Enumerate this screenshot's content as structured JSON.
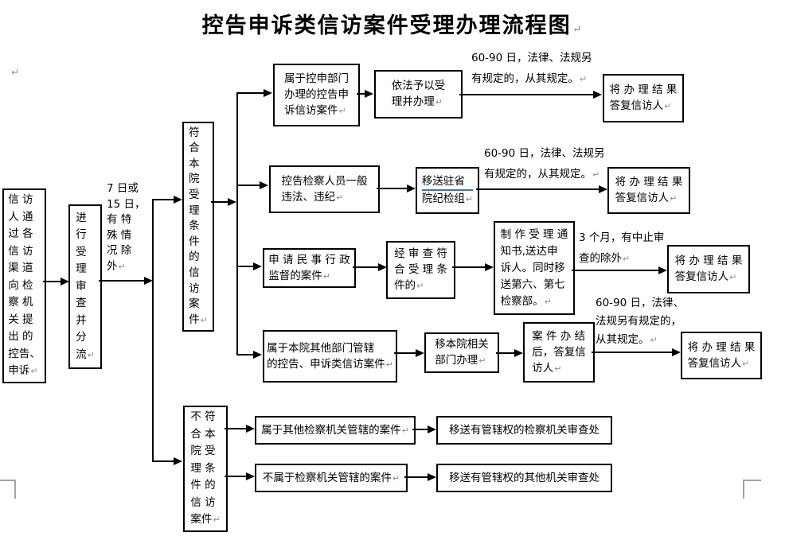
{
  "title": {
    "text": "控告申诉类信访案件受理办理流程图"
  },
  "marks": {
    "pilcrow": "↵"
  },
  "left_flow": {
    "source": "信 访\n人 通\n过 各\n信 访\n渠 道\n向 检\n察 机\n关 提\n出 的\n控告、\n申诉",
    "triage": "进\n行\n受\n理\n审\n查\n并\n分\n流",
    "time_note": "7 日或\n15 日，\n有 特\n殊 情\n况 除\n外",
    "qualified": "符\n合\n本\n院\n受\n理\n条\n件\n的\n信\n访\n案\n件",
    "unqualified": "不 符\n合 本\n院 受\n理 条\n件 的\n信 访\n案件"
  },
  "row1": {
    "case": "属于控申部门\n办理的控告申\n诉信访案件",
    "handle": "依法予以受\n理并办理",
    "note": "60-90 日，法律、法规另\n有规定的，从其规定。",
    "result": "将 办 理 结 果\n答复信访人"
  },
  "row2": {
    "case": "控告检察人员一般\n违法、违纪",
    "transfer_line1": "移送驻省",
    "transfer_line2": "院纪检组",
    "note": "60-90 日，法律、法规另\n有规定的，从其规定。",
    "result": "将 办 理 结 果\n答复信访人"
  },
  "row3": {
    "case": "申 请 民 事 行 政\n监督的案件",
    "review": "经 审 查 符\n合 受 理 条\n件的",
    "notice": "制 作 受 理 通\n知书,送达申\n诉人。同时移\n送第六、第七\n检察部。",
    "note": "3 个月，有中止审\n查的除外",
    "result": "将 办 理 结 果\n答复信访人"
  },
  "row4": {
    "case": "属于本院其他部门管辖\n的控告、申诉类信访案件",
    "transfer": "移本院相关\n部门办理",
    "close": "案 件 办 结\n后，答复信\n访人",
    "note": "60-90 日，法律、\n法规另有规定的，\n从其规定。",
    "result": "将 办 理 结 果\n答复信访人"
  },
  "row5": {
    "case": "属于其他检察机关管辖的案件",
    "action": "移送有管辖权的检察机关审查处"
  },
  "row6": {
    "case": "不属于检察机关管辖的案件",
    "action": "移送有管辖权的其他机关审查处"
  }
}
